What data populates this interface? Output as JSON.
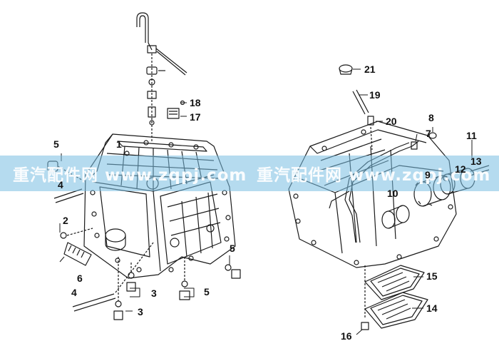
{
  "diagram": {
    "callouts": {
      "c1": "1",
      "c2": "2",
      "c3a": "3",
      "c3b": "3",
      "c4a": "4",
      "c4b": "4",
      "c5a": "5",
      "c5b": "5",
      "c5c": "5",
      "c6": "6",
      "c7": "7",
      "c8": "8",
      "c9": "9",
      "c10": "10",
      "c11": "11",
      "c12": "12",
      "c13": "13",
      "c14": "14",
      "c15": "15",
      "c16": "16",
      "c17": "17",
      "c18": "18",
      "c19": "19",
      "c20": "20",
      "c21": "21"
    },
    "watermark": {
      "left": "重汽配件网 www.zqpj.com",
      "right": "重汽配件网 www.zqpj.com"
    },
    "colors": {
      "line": "#1a1a1a",
      "banner": "#7fc3e3",
      "text": "#111111"
    }
  }
}
